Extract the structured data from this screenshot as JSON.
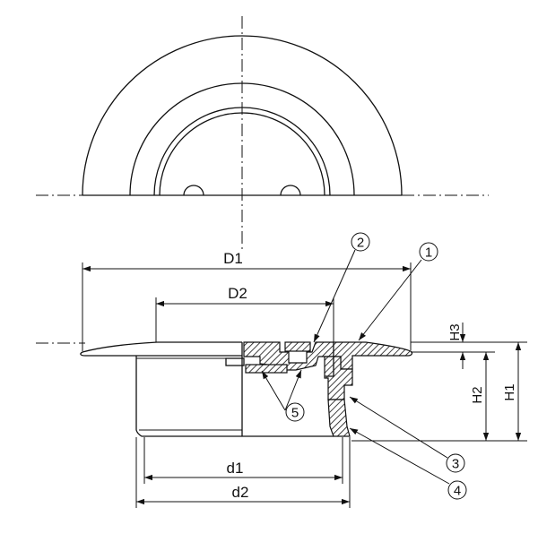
{
  "dimensions": {
    "D1": "D1",
    "D2": "D2",
    "d1": "d1",
    "d2": "d2",
    "H1": "H1",
    "H2": "H2",
    "H3": "H3"
  },
  "callouts": [
    "1",
    "2",
    "3",
    "4",
    "5"
  ]
}
